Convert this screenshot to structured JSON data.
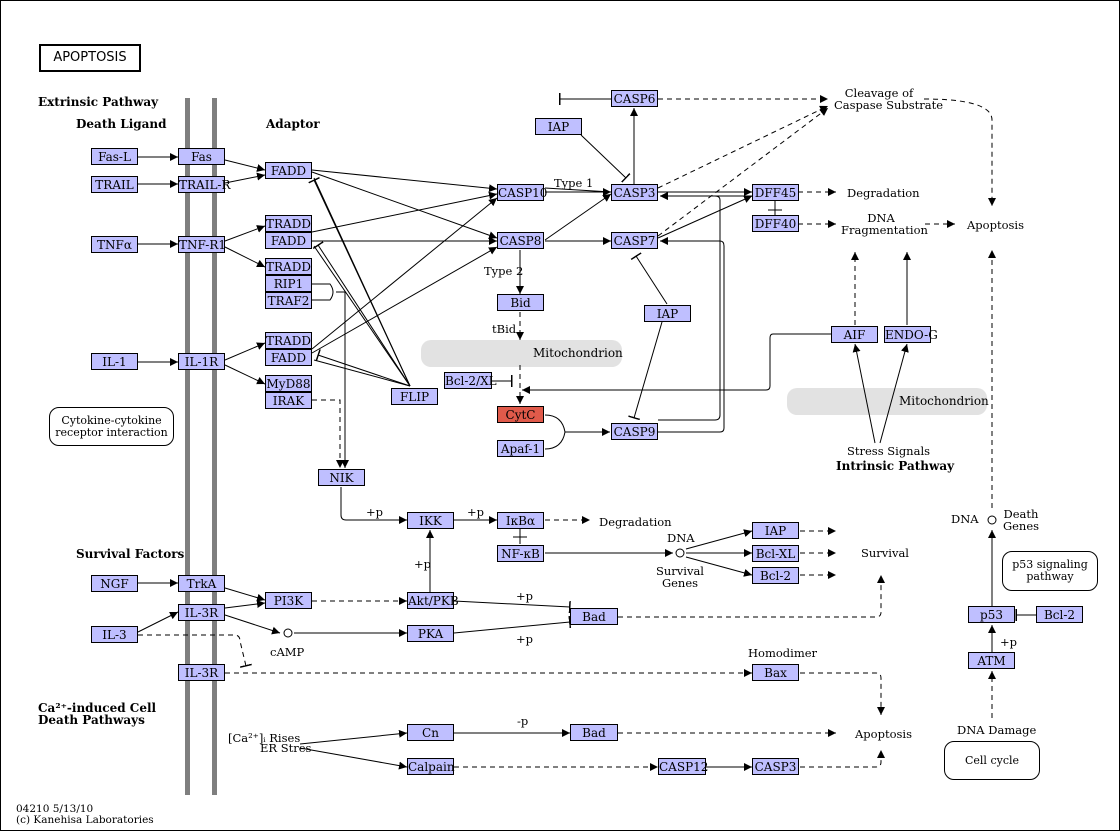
{
  "title": "APOPTOSIS",
  "footer": {
    "line1": "04210 5/13/10",
    "line2": "(c) Kanehisa Laboratories"
  },
  "section_labels": {
    "extrinsic": "Extrinsic Pathway",
    "death_ligand": "Death Ligand",
    "adaptor": "Adaptor",
    "survival_factors": "Survival Factors",
    "ca_induced_1": "Ca²⁺-induced Cell",
    "ca_induced_2": "Death Pathways",
    "intrinsic": "Intrinsic Pathway"
  },
  "nodes": {
    "fasl": "Fas-L",
    "trail": "TRAIL",
    "tnfa": "TNFα",
    "il1": "IL-1",
    "fas": "Fas",
    "trailr": "TRAIL-R",
    "tnfr1": "TNF-R1",
    "il1r": "IL-1R",
    "fadd1": "FADD",
    "tradd1": "TRADD",
    "fadd2": "FADD",
    "tradd2": "TRADD",
    "rip1": "RIP1",
    "traf2": "TRAF2",
    "tradd3": "TRADD",
    "fadd3": "FADD",
    "myd88": "MyD88",
    "irak": "IRAK",
    "flip": "FLIP",
    "nik": "NIK",
    "casp10": "CASP10",
    "casp8": "CASP8",
    "casp3": "CASP3",
    "casp7": "CASP7",
    "casp6": "CASP6",
    "iap1": "IAP",
    "iap2": "IAP",
    "bid": "Bid",
    "bcl2xl1": "Bcl-2/XL",
    "cytc": "CytC",
    "apaf1": "Apaf-1",
    "casp9": "CASP9",
    "dff45": "DFF45",
    "dff40": "DFF40",
    "aif": "AIF",
    "endog": "ENDO-G",
    "ikk": "IKK",
    "ikba": "IκBα",
    "nfkb": "NF-κB",
    "iap3": "IAP",
    "bclxl": "Bcl-XL",
    "bcl2a": "Bcl-2",
    "ngf": "NGF",
    "trka": "TrkA",
    "il3r1": "IL-3R",
    "il3": "IL-3",
    "il3r2": "IL-3R",
    "pi3k": "PI3K",
    "aktpkb": "Akt/PKB",
    "pka": "PKA",
    "bad1": "Bad",
    "bax": "Bax",
    "cn": "Cn",
    "bad2": "Bad",
    "calpain": "Calpain",
    "casp12": "CASP12",
    "casp3b": "CASP3",
    "p53": "p53",
    "bcl2b": "Bcl-2",
    "atm": "ATM"
  },
  "labels": {
    "type1": "Type 1",
    "type2": "Type 2",
    "tbid": "tBid",
    "cleavage1": "Cleavage of",
    "cleavage2": "Caspase Substrate",
    "degradation1": "Degradation",
    "dnafrag1": "DNA",
    "dnafrag2": "Fragmentation",
    "apoptosis1": "Apoptosis",
    "stress": "Stress Signals",
    "degradation2": "Degradation",
    "dna1": "DNA",
    "survgenes1": "Survival",
    "survgenes2": "Genes",
    "survival": "Survival",
    "dna2": "DNA",
    "death1": "Death",
    "death2": "Genes",
    "p_ikk": "+p",
    "p_ikba": "+p",
    "p_akt": "+p",
    "p_bad1": "+p",
    "p_bad2": "+p",
    "p_atm": "+p",
    "camp": "cAMP",
    "homodimer": "Homodimer",
    "ca_rises": "[Ca²⁺]ᵢ Rises",
    "er_stress": "ER Stres",
    "minus_p": "-p",
    "apoptosis2": "Apoptosis",
    "dna_damage": "DNA Damage"
  },
  "mito": {
    "m1": "Mitochondrion",
    "m2": "Mitochondrion"
  },
  "round_boxes": {
    "cytokine1": "Cytokine-cytokine",
    "cytokine2": "receptor interaction",
    "p53sig1": "p53 signaling",
    "p53sig2": "pathway",
    "cellcycle": "Cell cycle"
  },
  "colors": {
    "gene": "#bfbfff",
    "highlight": "#e05a4a",
    "membrane": "#7f7f7f",
    "compartment": "#e2e2e2"
  }
}
